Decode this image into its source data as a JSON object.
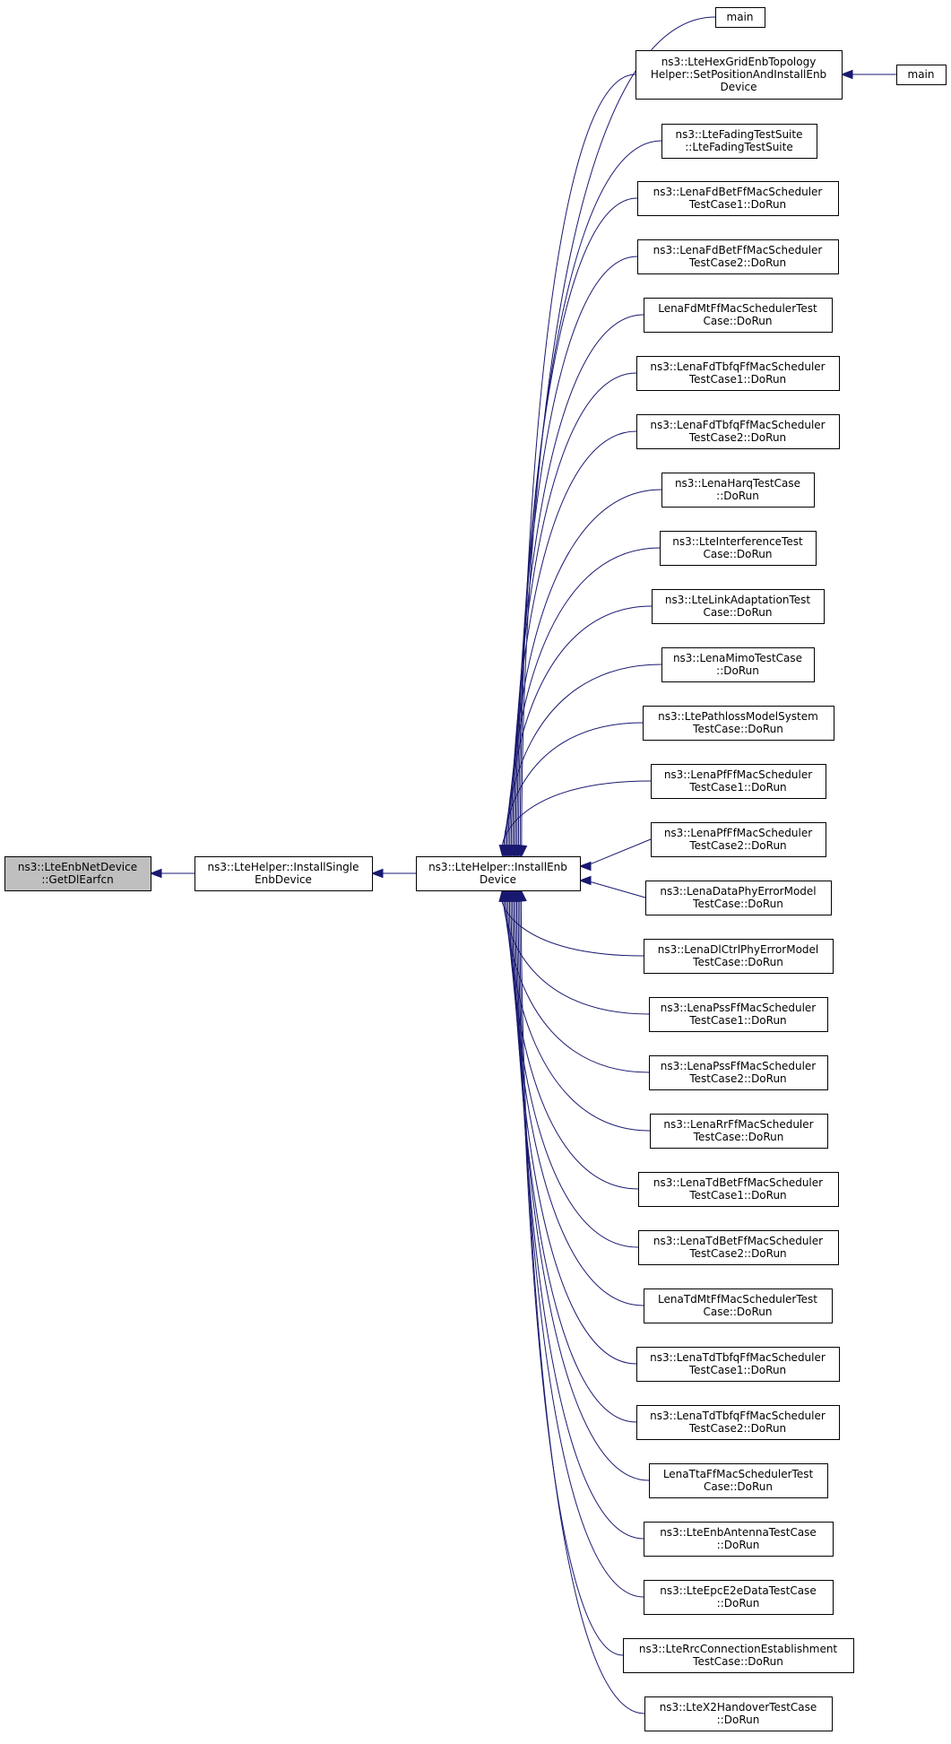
{
  "colors": {
    "edge": "#191970",
    "root_fill": "#bfbfbf",
    "node_fill": "#ffffff",
    "border": "#000000"
  },
  "nodes": [
    {
      "id": "root",
      "lines": [
        "ns3::LteEnbNetDevice",
        "::GetDlEarfcn"
      ]
    },
    {
      "id": "installsingle",
      "lines": [
        "ns3::LteHelper::InstallSingle",
        "EnbDevice"
      ]
    },
    {
      "id": "installenb",
      "lines": [
        "ns3::LteHelper::InstallEnb",
        "Device"
      ]
    },
    {
      "id": "main1",
      "lines": [
        "main"
      ]
    },
    {
      "id": "hexgrid",
      "lines": [
        "ns3::LteHexGridEnbTopology",
        "Helper::SetPositionAndInstallEnb",
        "Device"
      ]
    },
    {
      "id": "main2",
      "lines": [
        "main"
      ]
    },
    {
      "id": "fading",
      "lines": [
        "ns3::LteFadingTestSuite",
        "::LteFadingTestSuite"
      ]
    },
    {
      "id": "fdbet1",
      "lines": [
        "ns3::LenaFdBetFfMacScheduler",
        "TestCase1::DoRun"
      ]
    },
    {
      "id": "fdbet2",
      "lines": [
        "ns3::LenaFdBetFfMacScheduler",
        "TestCase2::DoRun"
      ]
    },
    {
      "id": "fdmt",
      "lines": [
        "LenaFdMtFfMacSchedulerTest",
        "Case::DoRun"
      ]
    },
    {
      "id": "fdtbfq1",
      "lines": [
        "ns3::LenaFdTbfqFfMacScheduler",
        "TestCase1::DoRun"
      ]
    },
    {
      "id": "fdtbfq2",
      "lines": [
        "ns3::LenaFdTbfqFfMacScheduler",
        "TestCase2::DoRun"
      ]
    },
    {
      "id": "harq",
      "lines": [
        "ns3::LenaHarqTestCase",
        "::DoRun"
      ]
    },
    {
      "id": "interference",
      "lines": [
        "ns3::LteInterferenceTest",
        "Case::DoRun"
      ]
    },
    {
      "id": "linkadapt",
      "lines": [
        "ns3::LteLinkAdaptationTest",
        "Case::DoRun"
      ]
    },
    {
      "id": "mimo",
      "lines": [
        "ns3::LenaMimoTestCase",
        "::DoRun"
      ]
    },
    {
      "id": "pathloss",
      "lines": [
        "ns3::LtePathlossModelSystem",
        "TestCase::DoRun"
      ]
    },
    {
      "id": "pf1",
      "lines": [
        "ns3::LenaPfFfMacScheduler",
        "TestCase1::DoRun"
      ]
    },
    {
      "id": "pf2",
      "lines": [
        "ns3::LenaPfFfMacScheduler",
        "TestCase2::DoRun"
      ]
    },
    {
      "id": "dataphy",
      "lines": [
        "ns3::LenaDataPhyErrorModel",
        "TestCase::DoRun"
      ]
    },
    {
      "id": "dlctrl",
      "lines": [
        "ns3::LenaDlCtrlPhyErrorModel",
        "TestCase::DoRun"
      ]
    },
    {
      "id": "pss1",
      "lines": [
        "ns3::LenaPssFfMacScheduler",
        "TestCase1::DoRun"
      ]
    },
    {
      "id": "pss2",
      "lines": [
        "ns3::LenaPssFfMacScheduler",
        "TestCase2::DoRun"
      ]
    },
    {
      "id": "rr",
      "lines": [
        "ns3::LenaRrFfMacScheduler",
        "TestCase::DoRun"
      ]
    },
    {
      "id": "tdbet1",
      "lines": [
        "ns3::LenaTdBetFfMacScheduler",
        "TestCase1::DoRun"
      ]
    },
    {
      "id": "tdbet2",
      "lines": [
        "ns3::LenaTdBetFfMacScheduler",
        "TestCase2::DoRun"
      ]
    },
    {
      "id": "tdmt",
      "lines": [
        "LenaTdMtFfMacSchedulerTest",
        "Case::DoRun"
      ]
    },
    {
      "id": "tdtbfq1",
      "lines": [
        "ns3::LenaTdTbfqFfMacScheduler",
        "TestCase1::DoRun"
      ]
    },
    {
      "id": "tdtbfq2",
      "lines": [
        "ns3::LenaTdTbfqFfMacScheduler",
        "TestCase2::DoRun"
      ]
    },
    {
      "id": "tta",
      "lines": [
        "LenaTtaFfMacSchedulerTest",
        "Case::DoRun"
      ]
    },
    {
      "id": "antenna",
      "lines": [
        "ns3::LteEnbAntennaTestCase",
        "::DoRun"
      ]
    },
    {
      "id": "epce2e",
      "lines": [
        "ns3::LteEpcE2eDataTestCase",
        "::DoRun"
      ]
    },
    {
      "id": "rrc",
      "lines": [
        "ns3::LteRrcConnectionEstablishment",
        "TestCase::DoRun"
      ]
    },
    {
      "id": "x2",
      "lines": [
        "ns3::LteX2HandoverTestCase",
        "::DoRun"
      ]
    }
  ],
  "edges": [
    {
      "from": "installsingle",
      "to": "root"
    },
    {
      "from": "installenb",
      "to": "installsingle"
    },
    {
      "from": "main1",
      "to": "installenb"
    },
    {
      "from": "hexgrid",
      "to": "installenb"
    },
    {
      "from": "main2",
      "to": "hexgrid"
    },
    {
      "from": "fading",
      "to": "installenb"
    },
    {
      "from": "fdbet1",
      "to": "installenb"
    },
    {
      "from": "fdbet2",
      "to": "installenb"
    },
    {
      "from": "fdmt",
      "to": "installenb"
    },
    {
      "from": "fdtbfq1",
      "to": "installenb"
    },
    {
      "from": "fdtbfq2",
      "to": "installenb"
    },
    {
      "from": "harq",
      "to": "installenb"
    },
    {
      "from": "interference",
      "to": "installenb"
    },
    {
      "from": "linkadapt",
      "to": "installenb"
    },
    {
      "from": "mimo",
      "to": "installenb"
    },
    {
      "from": "pathloss",
      "to": "installenb"
    },
    {
      "from": "pf1",
      "to": "installenb"
    },
    {
      "from": "pf2",
      "to": "installenb"
    },
    {
      "from": "dataphy",
      "to": "installenb"
    },
    {
      "from": "dlctrl",
      "to": "installenb"
    },
    {
      "from": "pss1",
      "to": "installenb"
    },
    {
      "from": "pss2",
      "to": "installenb"
    },
    {
      "from": "rr",
      "to": "installenb"
    },
    {
      "from": "tdbet1",
      "to": "installenb"
    },
    {
      "from": "tdbet2",
      "to": "installenb"
    },
    {
      "from": "tdmt",
      "to": "installenb"
    },
    {
      "from": "tdtbfq1",
      "to": "installenb"
    },
    {
      "from": "tdtbfq2",
      "to": "installenb"
    },
    {
      "from": "tta",
      "to": "installenb"
    },
    {
      "from": "antenna",
      "to": "installenb"
    },
    {
      "from": "epce2e",
      "to": "installenb"
    },
    {
      "from": "rrc",
      "to": "installenb"
    },
    {
      "from": "x2",
      "to": "installenb"
    }
  ]
}
